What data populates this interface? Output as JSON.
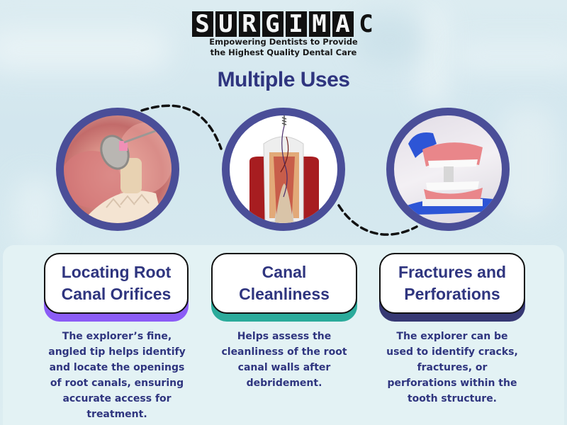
{
  "brand": {
    "logo_letters": [
      "S",
      "U",
      "R",
      "G",
      "I",
      "M",
      "A",
      "C"
    ],
    "logo_boxed": [
      true,
      true,
      true,
      true,
      true,
      true,
      true,
      false
    ],
    "tagline_line1": "Empowering Dentists to Provide",
    "tagline_line2": "the Highest Quality Dental Care"
  },
  "title": "Multiple Uses",
  "colors": {
    "title": "#2f357f",
    "ring": "#4a4e98",
    "card1_accent": "#8b5cf6",
    "card2_accent": "#2bab9b",
    "card3_accent": "#363873",
    "panel": "#e3f2f4"
  },
  "uses": [
    {
      "image": "dental-mirror-mouth-photo",
      "heading_line1": "Locating Root",
      "heading_line2": "Canal Orifices",
      "description": [
        "The explorer’s fine,",
        "angled tip helps identify",
        "and locate the openings",
        "of root canals, ensuring",
        "accurate access for",
        "treatment."
      ]
    },
    {
      "image": "root-canal-tooth-illustration",
      "heading_line1": "Canal",
      "heading_line2": "Cleanliness",
      "description": [
        "Helps assess the",
        "cleanliness of the root",
        "canal walls after",
        "debridement."
      ]
    },
    {
      "image": "denture-model-gloved-hands-photo",
      "heading_line1": "Fractures and",
      "heading_line2": "Perforations",
      "description": [
        "The explorer can be",
        "used to identify cracks,",
        "fractures, or",
        "perforations within the",
        "tooth structure."
      ]
    }
  ]
}
